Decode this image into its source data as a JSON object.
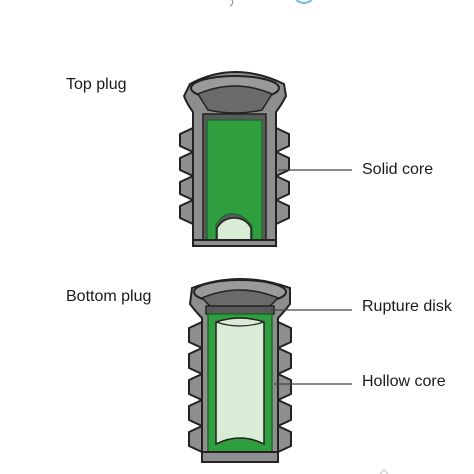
{
  "labels": {
    "top_plug": "Top plug",
    "bottom_plug": "Bottom plug",
    "solid_core": "Solid core",
    "rupture_disk": "Rupture disk",
    "hollow_core": "Hollow core"
  },
  "colors": {
    "body_gray": "#8e8e8e",
    "body_dark": "#5a5a5a",
    "outline": "#222222",
    "core_green": "#2e9e3e",
    "core_light": "#d8ecd6",
    "leader_line": "#444444"
  }
}
